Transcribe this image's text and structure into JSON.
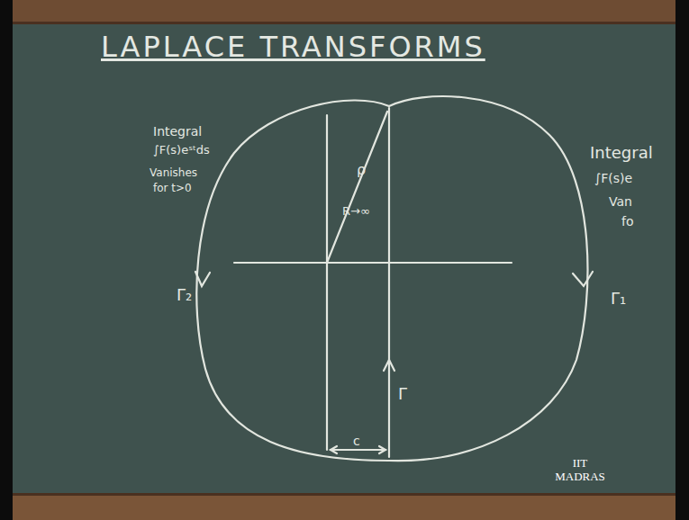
{
  "diagram": {
    "title": "LAPLACE TRANSFORMS",
    "labels": [
      "Integral",
      "∫F(s)eˢᵗds",
      "Vanishes",
      "for t>0",
      "Integral",
      "∫F(s)e",
      "Van",
      "fo",
      "Γ₂",
      "Γ₁",
      "Γ",
      "ρ",
      "R→∞",
      "c",
      "IIT MADRAS"
    ]
  }
}
